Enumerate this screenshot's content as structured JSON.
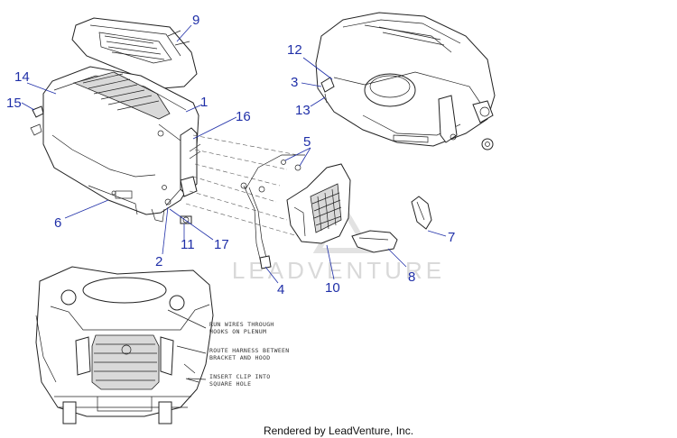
{
  "diagram": {
    "callouts": {
      "c1": "1",
      "c2": "2",
      "c3": "3",
      "c4": "4",
      "c5": "5",
      "c6": "6",
      "c7": "7",
      "c8": "8",
      "c9": "9",
      "c10": "10",
      "c11": "11",
      "c12": "12",
      "c13": "13",
      "c14": "14",
      "c15": "15",
      "c16": "16",
      "c17": "17"
    },
    "notes": {
      "run_wires_1": "RUN WIRES THROUGH",
      "run_wires_2": "HOOKS ON PLENUM",
      "route_harness_1": "ROUTE HARNESS BETWEEN",
      "route_harness_2": "BRACKET AND HOOD",
      "insert_clip_1": "INSERT CLIP INTO",
      "insert_clip_2": "SQUARE HOLE"
    },
    "watermark": "LEADVENTURE",
    "footer": "Rendered by LeadVenture, Inc."
  }
}
